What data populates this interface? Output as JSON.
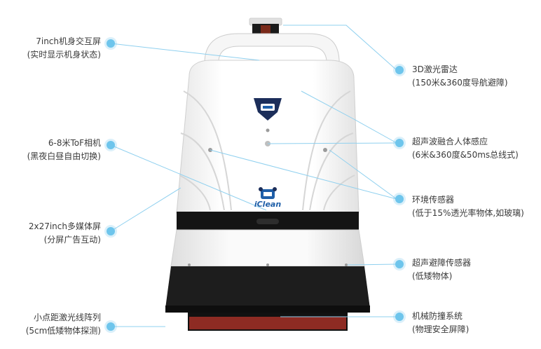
{
  "callouts": {
    "left": [
      {
        "title": "7inch机身交互屏",
        "detail": "(实时显示机身状态)"
      },
      {
        "title": "6-8米ToF相机",
        "detail": "(黑夜白昼自由切换)"
      },
      {
        "title": "2x27inch多媒体屏",
        "detail": "(分屏广告互动)"
      },
      {
        "title": "小点距激光线阵列",
        "detail": "(5cm低矮物体探测)"
      }
    ],
    "right": [
      {
        "title": "3D激光雷达",
        "detail": "(150米&360度导航避障)"
      },
      {
        "title": "超声波融合人体感应",
        "detail": "(6米&360度&50ms总线式)"
      },
      {
        "title": "环境传感器",
        "detail": "(低于15%透光率物体,如玻璃)"
      },
      {
        "title": "超声避障传感器",
        "detail": "(低矮物体)"
      },
      {
        "title": "机械防撞系统",
        "detail": "(物理安全屏障)"
      }
    ]
  },
  "robot": {
    "brand": "iClean"
  },
  "colors": {
    "accent": "#6ec5ec",
    "logo": "#1f5fa8",
    "body": "#f4f4f4",
    "base": "#1a1a1a"
  }
}
